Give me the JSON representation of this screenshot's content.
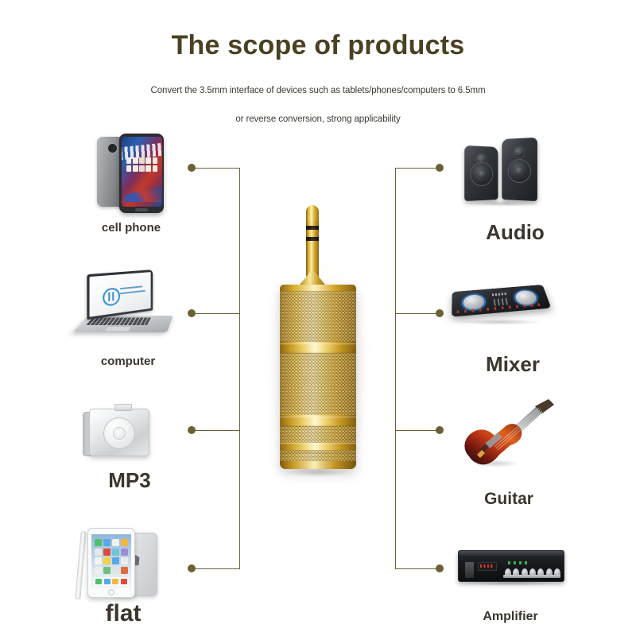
{
  "header": {
    "title": "The scope of products",
    "subtitle_line1": "Convert the 3.5mm interface of devices such as tablets/phones/computers to 6.5mm",
    "subtitle_line2": "or reverse conversion, strong applicability"
  },
  "colors": {
    "background": "#ffffff",
    "title": "#4a4122",
    "subtitle": "#3b3b33",
    "label": "#3a362e",
    "connector": "#6b6135",
    "gold_light": "#fdf3c8",
    "gold_mid": "#e3bb42",
    "gold_dark": "#7e5b0f"
  },
  "left_column": [
    {
      "label": "cell phone",
      "icon": "cell-phone-icon",
      "label_size": 15
    },
    {
      "label": "computer",
      "icon": "laptop-computer-icon",
      "label_size": 15
    },
    {
      "label": "MP3",
      "icon": "mp3-player-icon",
      "label_size": 26
    },
    {
      "label": "flat",
      "icon": "tablet-icon",
      "label_size": 30
    }
  ],
  "right_column": [
    {
      "label": "Audio",
      "icon": "speakers-icon",
      "label_size": 26
    },
    {
      "label": "Mixer",
      "icon": "dj-mixer-icon",
      "label_size": 26
    },
    {
      "label": "Guitar",
      "icon": "electric-guitar-icon",
      "label_size": 21
    },
    {
      "label": "Amplifier",
      "icon": "amplifier-icon",
      "label_size": 16
    }
  ],
  "center_product": {
    "name": "3.5mm to 6.5mm gold audio adapter",
    "plug_type": "3.5mm male TRS plug",
    "socket_type": "6.5mm female socket",
    "finish": "gold-plated knurled barrel"
  }
}
